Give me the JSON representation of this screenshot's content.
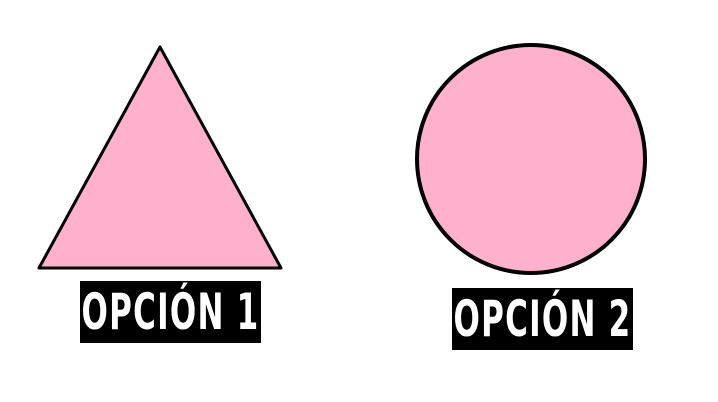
{
  "shapes": {
    "fill_color": "#ffb0cc",
    "stroke_color": "#000000",
    "triangle": {
      "name": "triangle"
    },
    "circle": {
      "name": "circle"
    }
  },
  "options": [
    {
      "label": "OPCIÓN 1"
    },
    {
      "label": "OPCIÓN 2"
    }
  ],
  "label_colors": {
    "background": "#000000",
    "text": "#ffffff"
  }
}
